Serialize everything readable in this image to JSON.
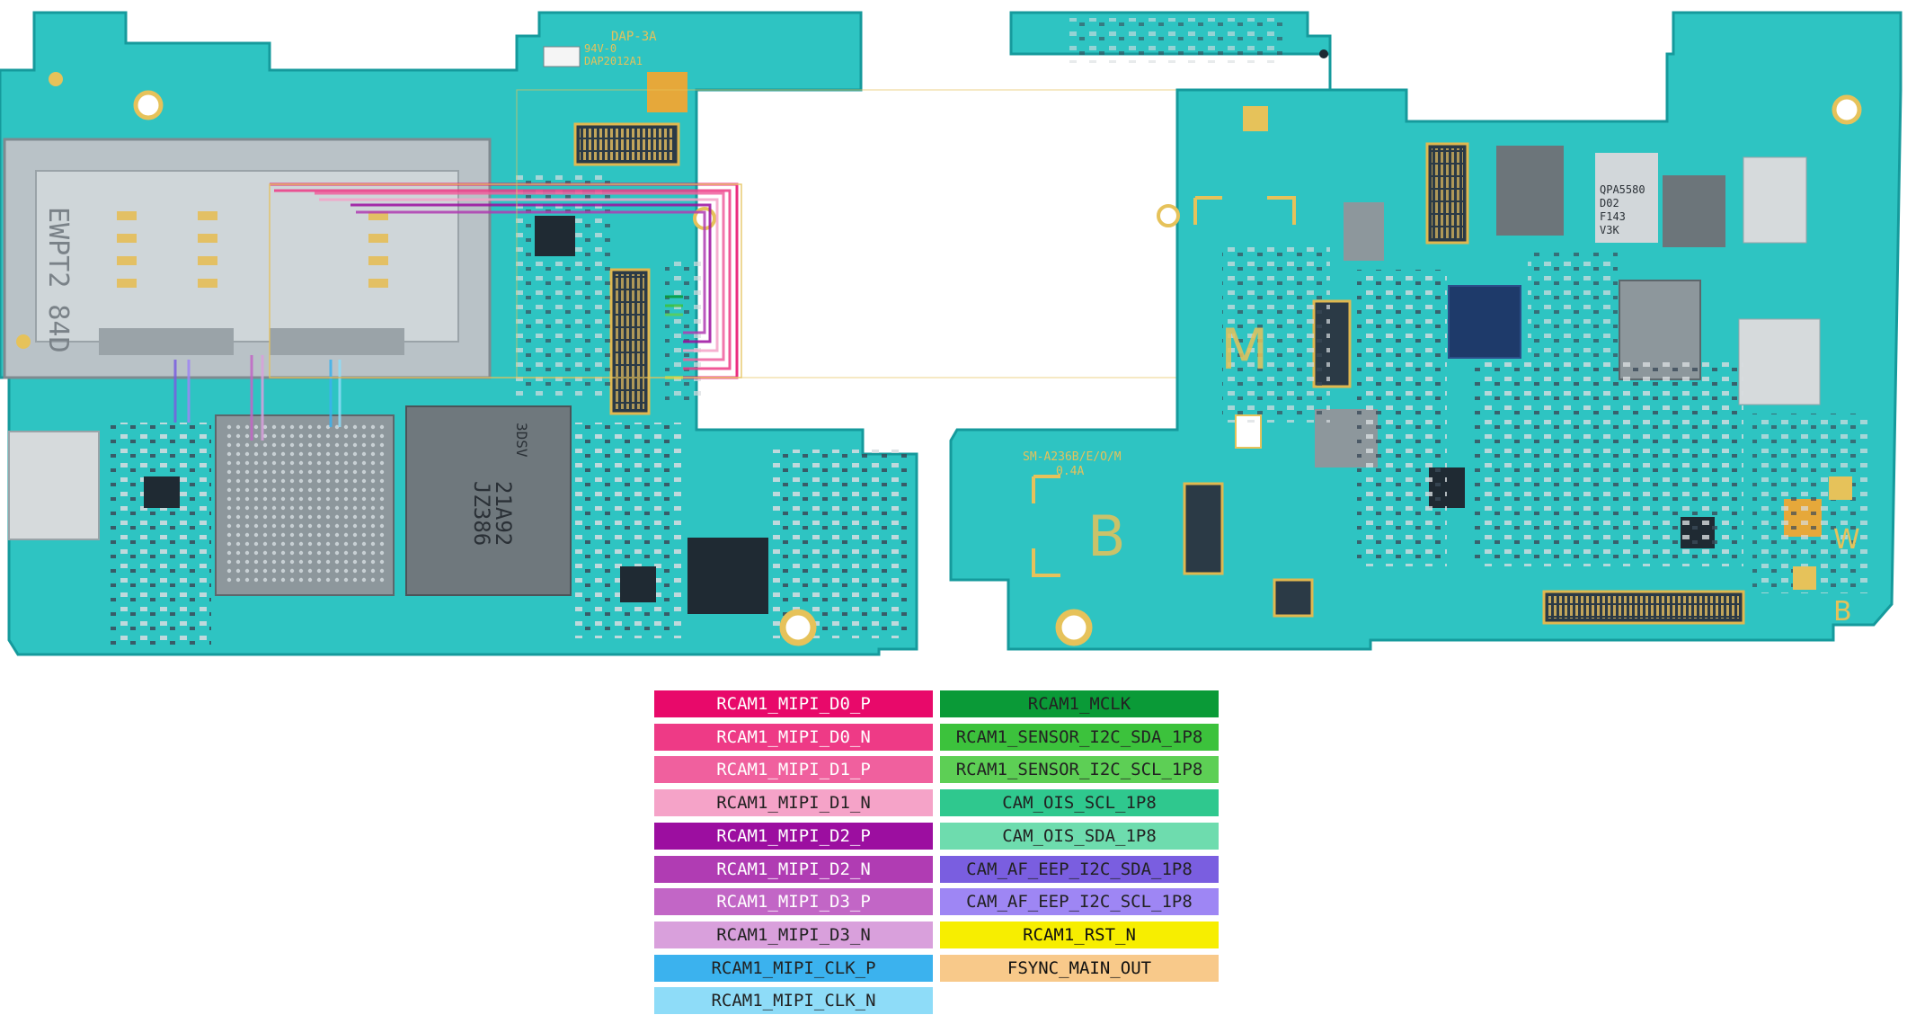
{
  "board": {
    "left_board": {
      "connector_label_top": "DAP-3A",
      "silk_lines": [
        "94V-0",
        "DAP2012A1"
      ],
      "sim_tray_label": "EWPT2 84D",
      "memory_marks": [
        "3DSV",
        "21A92",
        "JZ386"
      ]
    },
    "right_board": {
      "model_text": "SM-A236B/E/O/M",
      "rev_text": "0.4A",
      "zone_letters": [
        "M",
        "B",
        "W",
        "B"
      ],
      "chip_marks": [
        "QPA5580",
        "D02",
        "F143",
        "V3K"
      ]
    },
    "colors": {
      "pcb": "#2ec4c2",
      "pcb_edge": "#159a9c",
      "gold": "#e6c25a",
      "dark_chip": "#2a3b4c"
    }
  },
  "legend": {
    "left_column": [
      {
        "label": "RCAM1_MIPI_D0_P",
        "color": "#e8096a",
        "text": "light"
      },
      {
        "label": "RCAM1_MIPI_D0_N",
        "color": "#ee3a86",
        "text": "light"
      },
      {
        "label": "RCAM1_MIPI_D1_P",
        "color": "#f0609e",
        "text": "light"
      },
      {
        "label": "RCAM1_MIPI_D1_N",
        "color": "#f5a3c8",
        "text": "dark"
      },
      {
        "label": "RCAM1_MIPI_D2_P",
        "color": "#9c0ea0",
        "text": "light"
      },
      {
        "label": "RCAM1_MIPI_D2_N",
        "color": "#b03cb3",
        "text": "light"
      },
      {
        "label": "RCAM1_MIPI_D3_P",
        "color": "#c266c6",
        "text": "light"
      },
      {
        "label": "RCAM1_MIPI_D3_N",
        "color": "#d9a0dc",
        "text": "dark"
      },
      {
        "label": "RCAM1_MIPI_CLK_P",
        "color": "#3bb2ee",
        "text": "dark"
      },
      {
        "label": "RCAM1_MIPI_CLK_N",
        "color": "#8edcf8",
        "text": "dark"
      }
    ],
    "right_column": [
      {
        "label": "RCAM1_MCLK",
        "color": "#0a9a37",
        "text": "dark"
      },
      {
        "label": "RCAM1_SENSOR_I2C_SDA_1P8",
        "color": "#3cc23c",
        "text": "dark"
      },
      {
        "label": "RCAM1_SENSOR_I2C_SCL_1P8",
        "color": "#5dcf55",
        "text": "dark"
      },
      {
        "label": "CAM_OIS_SCL_1P8",
        "color": "#2fc88e",
        "text": "dark"
      },
      {
        "label": "CAM_OIS_SDA_1P8",
        "color": "#6edcae",
        "text": "dark"
      },
      {
        "label": "CAM_AF_EEP_I2C_SDA_1P8",
        "color": "#7a5ee0",
        "text": "dark"
      },
      {
        "label": "CAM_AF_EEP_I2C_SCL_1P8",
        "color": "#9e86f4",
        "text": "dark"
      },
      {
        "label": "RCAM1_RST_N",
        "color": "#f7ee00",
        "text": "black"
      },
      {
        "label": "FSYNC_MAIN_OUT",
        "color": "#f8c98a",
        "text": "black"
      }
    ]
  }
}
